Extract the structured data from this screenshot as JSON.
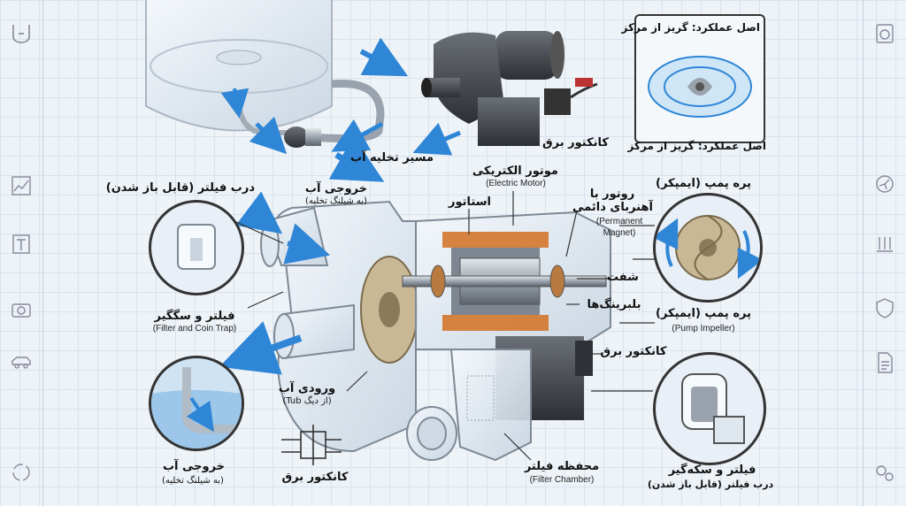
{
  "labels": {
    "principle_top": "اصل عملکرد: گریز از مرکز",
    "principle_bottom": "اصل عملکرد: گریز از مرکز",
    "power_connector_top": "کانکتور برق",
    "drain_path": "مسیر تخلیه آب",
    "water_outlet_fa": "خروجی آب",
    "water_outlet_sub": "(به شیلنگ تخلیه)",
    "filter_door": "درب فیلتر (قابل باز شدن)",
    "electric_motor_fa": "موتور الکتریکی",
    "electric_motor_en": "(Electric Motor)",
    "stator": "استاتور",
    "rotor_fa_1": "روتور با",
    "rotor_fa_2": "آهنربای دائمی",
    "rotor_en_1": "(Permanent",
    "rotor_en_2": "Magnet)",
    "impeller_top": "پره پمپ (ایمپکر)",
    "shaft": "شفت",
    "bearings": "بلبرینگ‌ها",
    "impeller_bottom_fa": "پره پمپ (ایمپکر)",
    "impeller_bottom_en": "(Pump Impeller)",
    "filter_trap_fa": "فیلتر و سگگیر",
    "filter_trap_en": "(Filter and Coin Trap)",
    "power_connector_right": "کانکتور برق",
    "water_inlet_fa": "ورودی آب",
    "water_inlet_sub": "(از دیگ Tub)",
    "water_outlet_bottom_fa": "خروجی آب",
    "water_outlet_bottom_sub": "(به شیلنگ تخلیه)",
    "power_connector_bottom": "کانکتور برق",
    "filter_chamber_fa": "محفظه فیلتر",
    "filter_chamber_en": "(Filter Chamber)",
    "filter_coin_fa": "فیلتر و سکه‌گیر",
    "filter_door_bottom": "درب فیلتر (قابل باز شدن)"
  },
  "colors": {
    "accent_blue": "#2f86d6",
    "copper": "#d4772e",
    "metal": "#9aa3ad",
    "dark_metal": "#3b3f45",
    "grid": "#d9e3ee",
    "outline": "#333333"
  },
  "icons": {
    "left": [
      "tub-icon",
      "chart-icon",
      "filter-icon",
      "camera-icon",
      "car-icon",
      "recycle-icon"
    ],
    "right": [
      "machine-icon",
      "fan-icon",
      "heat-icon",
      "shield-icon",
      "document-icon",
      "gears-icon"
    ]
  }
}
